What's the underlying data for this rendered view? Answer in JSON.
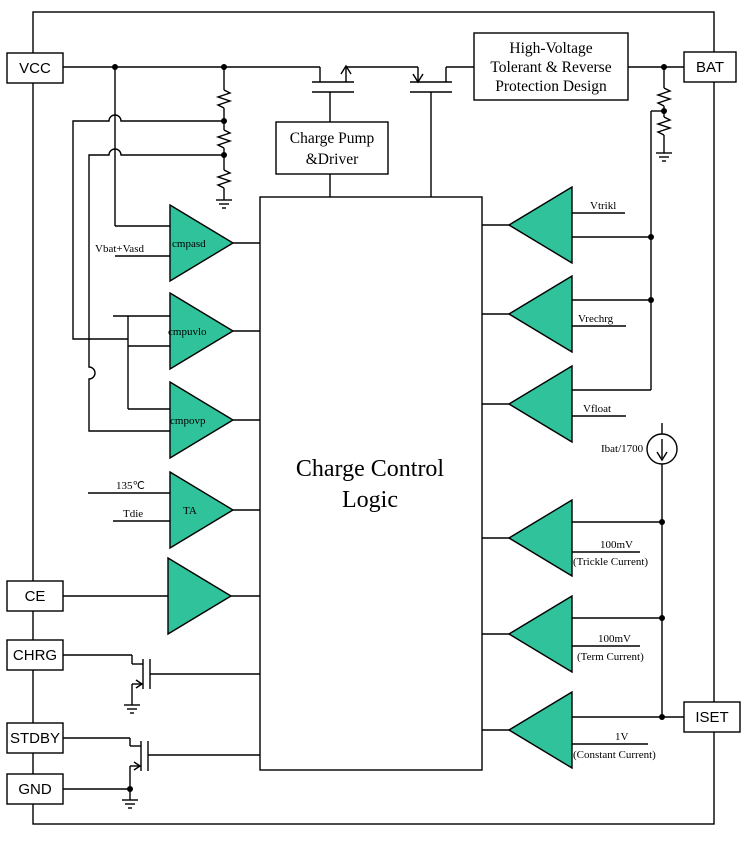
{
  "colors": {
    "triangle_fill": "#2fc29b",
    "line": "#000000",
    "background": "#ffffff"
  },
  "pins": {
    "vcc": "VCC",
    "bat": "BAT",
    "ce": "CE",
    "chrg": "CHRG",
    "stdby": "STDBY",
    "gnd": "GND",
    "iset": "ISET"
  },
  "blocks": {
    "hv_line1": "High-Voltage",
    "hv_line2": "Tolerant & Reverse",
    "hv_line3": "Protection Design",
    "cp_line1": "Charge Pump",
    "cp_line2": "&Driver",
    "logic_line1": "Charge Control",
    "logic_line2": "Logic"
  },
  "comparators": {
    "cmpasd": "cmpasd",
    "cmpasd_input": "Vbat+Vasd",
    "cmpuvlo": "cmpuvlo",
    "cmpovp": "cmpovp",
    "ta": "TA",
    "ta_input1": "135℃",
    "ta_input2": "Tdie"
  },
  "right_refs": {
    "vtrikl": "Vtrikl",
    "vrechrg": "Vrechrg",
    "vfloat": "Vfloat",
    "ibat": "Ibat/1700",
    "ref1_value": "100mV",
    "ref1_desc": "(Trickle Current)",
    "ref2_value": "100mV",
    "ref2_desc": "(Term Current)",
    "ref3_value": "1V",
    "ref3_desc": "(Constant Current)"
  }
}
